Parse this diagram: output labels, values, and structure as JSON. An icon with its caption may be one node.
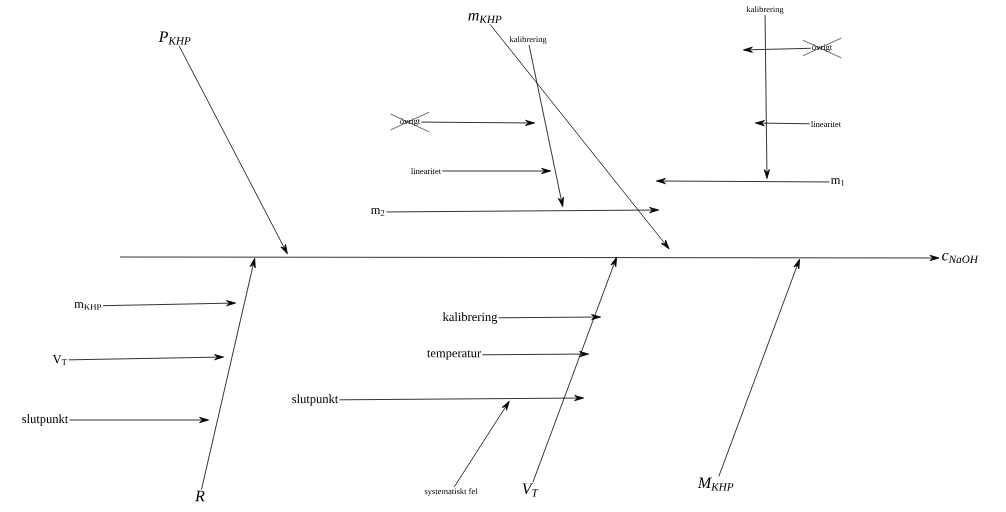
{
  "diagram": {
    "nodes": [
      {
        "text": [
          "P$_{KHP}$"
        ]
      },
      {
        "text": [
          "m$_{KHP}$"
        ]
      },
      {
        "text": [
          "kalibrering"
        ]
      },
      {
        "text": [
          "kalibrering"
        ]
      },
      {
        "text": [
          "övrigt"
        ]
      },
      {
        "text": [
          "övrigt"
        ]
      },
      {
        "text": [
          "linearitet"
        ]
      },
      {
        "text": [
          "linearitet"
        ]
      },
      {
        "text": [
          "m$_{1}$"
        ]
      },
      {
        "text": [
          "m$_{2}$"
        ]
      },
      {
        "text": [
          "c$_{NaOH}$"
        ]
      },
      {
        "text": [
          "m$_{KHP}$"
        ]
      },
      {
        "text": [
          "kalibrering"
        ]
      },
      {
        "text": [
          "V$_{T}$"
        ]
      },
      {
        "text": [
          "temperatur"
        ]
      },
      {
        "text": [
          "slutpunkt"
        ]
      },
      {
        "text": [
          "slutpunkt"
        ]
      },
      {
        "text": [
          "systematiskt fel"
        ]
      },
      {
        "text": [
          "V$_{T}$"
        ]
      },
      {
        "text": [
          "R"
        ]
      },
      {
        "text": [
          "M$_{KHP}$"
        ]
      }
    ],
    "edges": [
      {
        "from": null,
        "to": 10,
        "arrow": "to"
      },
      {
        "from": 0,
        "to": null,
        "arrow": "to"
      },
      {
        "from": 1,
        "to": null,
        "arrow": "to"
      },
      {
        "from": 3,
        "to": null,
        "arrow": "to"
      },
      {
        "from": 2,
        "to": null,
        "arrow": "to"
      },
      {
        "from": 4,
        "to": null,
        "arrow": "to"
      },
      {
        "from": 6,
        "to": null,
        "arrow": "to"
      },
      {
        "from": 5,
        "to": null,
        "arrow": "to"
      },
      {
        "from": 7,
        "to": null,
        "arrow": "to"
      },
      {
        "from": 8,
        "to": null,
        "arrow": "to"
      },
      {
        "from": 9,
        "to": null,
        "arrow": "to"
      },
      {
        "from": 19,
        "to": null,
        "arrow": "to"
      },
      {
        "from": 11,
        "to": null,
        "arrow": "to"
      },
      {
        "from": 13,
        "to": null,
        "arrow": "to"
      },
      {
        "from": 15,
        "to": null,
        "arrow": "to"
      },
      {
        "from": 18,
        "to": null,
        "arrow": "to"
      },
      {
        "from": 12,
        "to": null,
        "arrow": "to"
      },
      {
        "from": 14,
        "to": null,
        "arrow": "to"
      },
      {
        "from": 16,
        "to": null,
        "arrow": "to"
      },
      {
        "from": 17,
        "to": null,
        "arrow": "to"
      },
      {
        "from": 20,
        "to": null,
        "arrow": "to"
      }
    ]
  }
}
